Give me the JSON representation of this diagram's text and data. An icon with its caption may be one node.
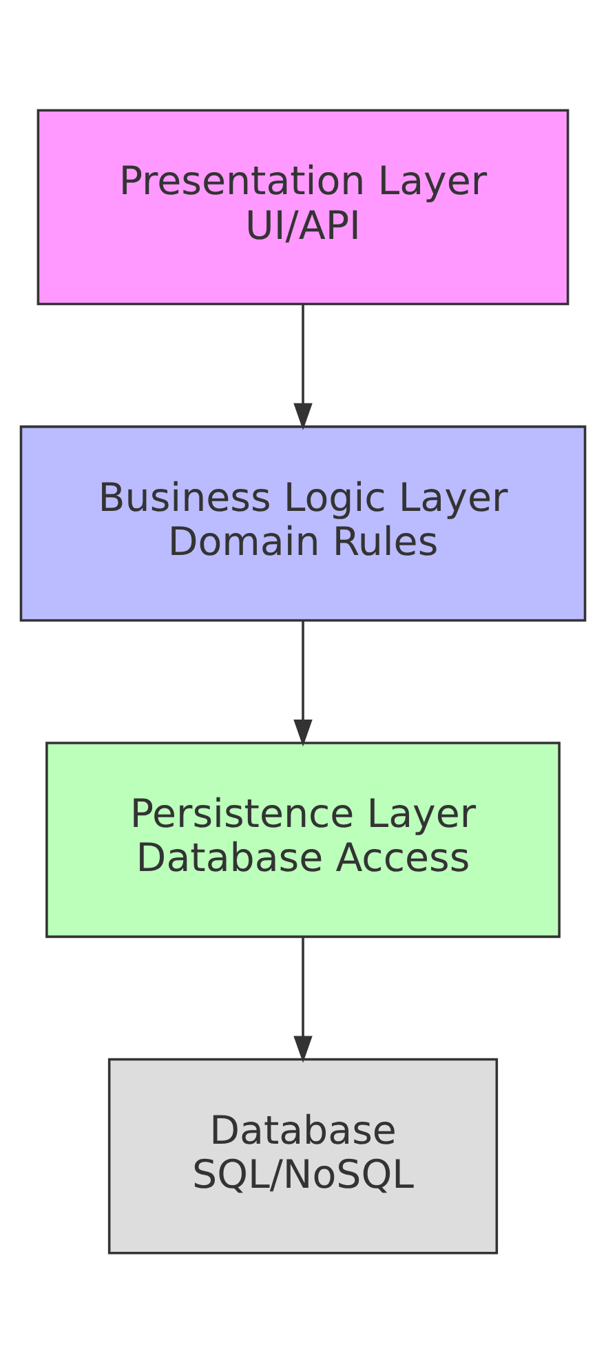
{
  "diagram": {
    "nodes": [
      {
        "text": [
          "Presentation Layer",
          "UI/API"
        ]
      },
      {
        "text": [
          "Business Logic Layer",
          "Domain Rules"
        ]
      },
      {
        "text": [
          "Persistence Layer",
          "Database Access"
        ]
      },
      {
        "text": [
          "Database",
          "SQL/NoSQL"
        ]
      }
    ],
    "edges": [
      {
        "from": 0,
        "to": 1,
        "arrow": "to"
      },
      {
        "from": 1,
        "to": 2,
        "arrow": "to"
      },
      {
        "from": 2,
        "to": 3,
        "arrow": "to"
      }
    ]
  }
}
